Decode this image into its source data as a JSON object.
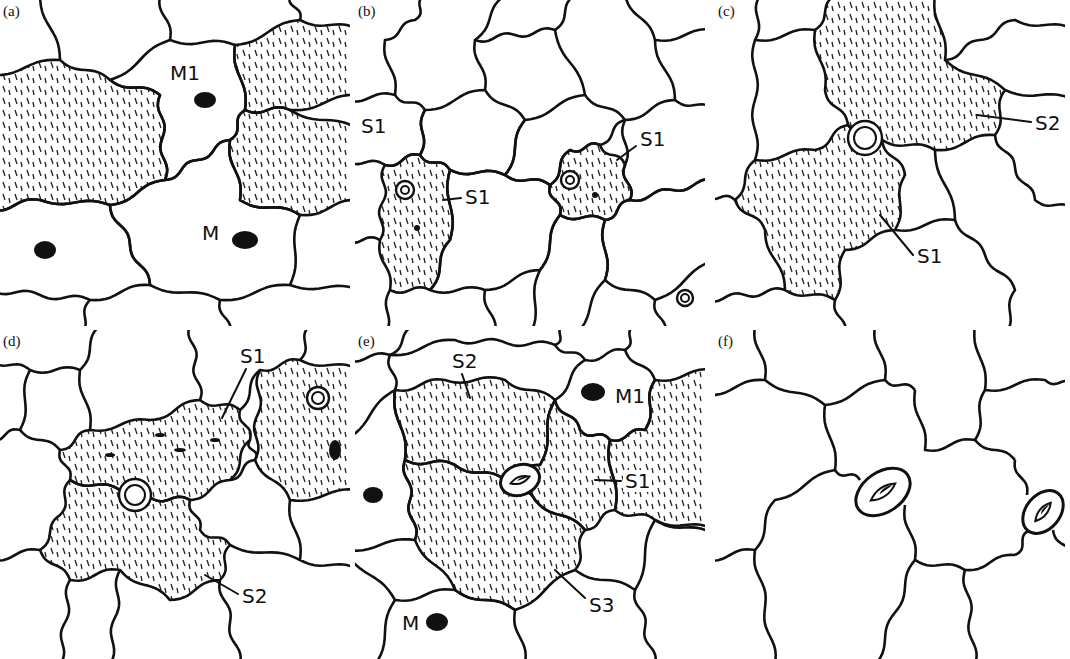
{
  "diagram": {
    "labels": [
      "(a)",
      "M1",
      "M",
      "(b)",
      "S1",
      "S1",
      "S1",
      "(c)",
      "S2",
      "S1",
      "(d)",
      "S1",
      "S2",
      "(e)",
      "S2",
      "M1",
      "S1",
      "S3",
      "M",
      "(f)"
    ]
  }
}
